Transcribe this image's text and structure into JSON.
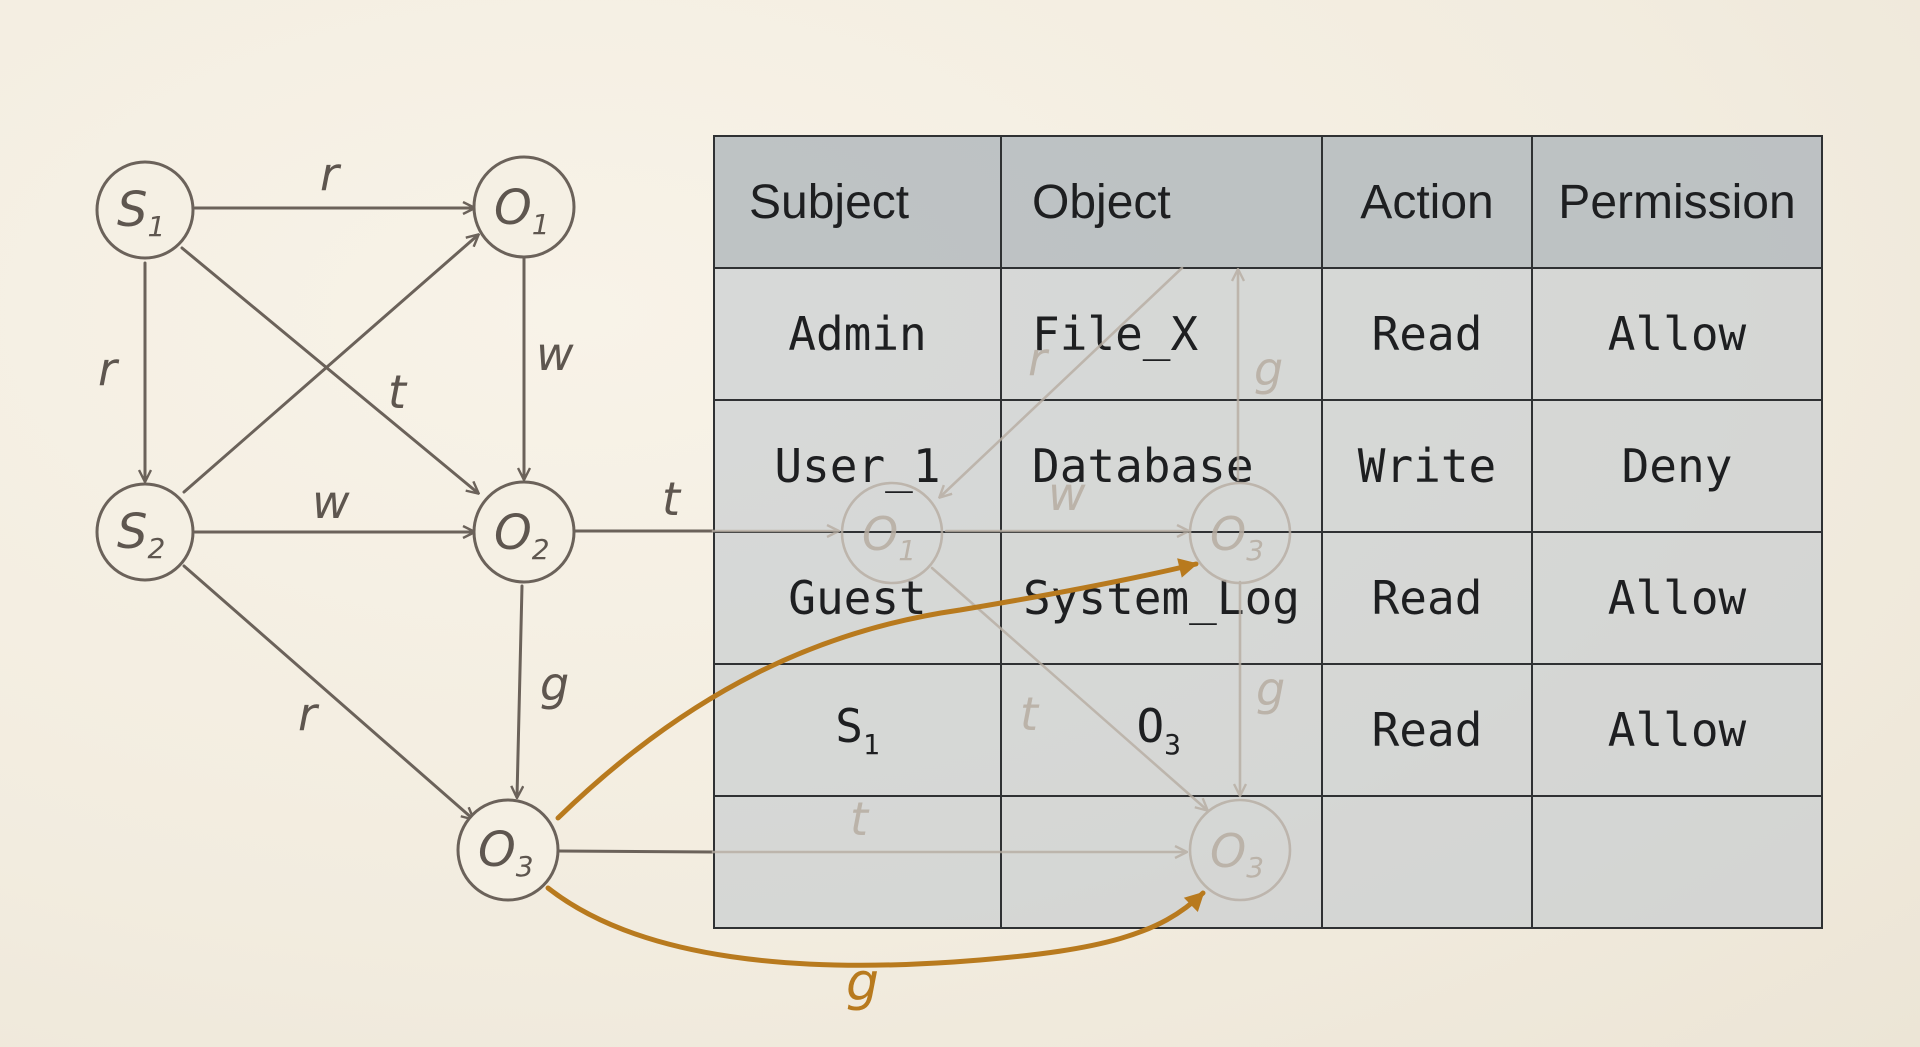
{
  "graph": {
    "nodes": [
      {
        "id": "S1",
        "base": "S",
        "sub": "1"
      },
      {
        "id": "S2",
        "base": "S",
        "sub": "2"
      },
      {
        "id": "O1",
        "base": "O",
        "sub": "1"
      },
      {
        "id": "O2",
        "base": "O",
        "sub": "2"
      },
      {
        "id": "O3",
        "base": "O",
        "sub": "3"
      }
    ],
    "edges": [
      {
        "from": "S1",
        "to": "O1",
        "label": "r"
      },
      {
        "from": "S1",
        "to": "S2",
        "label": "r"
      },
      {
        "from": "S1",
        "to": "O2",
        "label": "t"
      },
      {
        "from": "S2",
        "to": "O1",
        "label": ""
      },
      {
        "from": "S2",
        "to": "O2",
        "label": "w"
      },
      {
        "from": "S2",
        "to": "O3",
        "label": "r"
      },
      {
        "from": "O1",
        "to": "O2",
        "label": "w"
      },
      {
        "from": "O2",
        "to": "O1b",
        "label": "t"
      },
      {
        "from": "O2",
        "to": "O3",
        "label": "g"
      }
    ],
    "ghost_nodes": [
      {
        "id": "O1b",
        "base": "O",
        "sub": "1"
      },
      {
        "id": "O3b",
        "base": "O",
        "sub": "3"
      },
      {
        "id": "O3c",
        "base": "O",
        "sub": "3"
      }
    ],
    "ghost_labels": {
      "r": "r",
      "w": "w",
      "g1": "g",
      "g2": "g",
      "t1": "t",
      "t2": "t"
    },
    "grant_label": "g",
    "colors": {
      "ink": "#6b625a",
      "ghost": "#b7ada2",
      "grant": "#b87a1e",
      "paper": "#f5f0e4"
    }
  },
  "table": {
    "headers": [
      "Subject",
      "Object",
      "Action",
      "Permission"
    ],
    "rows": [
      {
        "subject": "Admin",
        "object": "File_X",
        "action": "Read",
        "permission": "Allow"
      },
      {
        "subject": "User_1",
        "object": "Database",
        "action": "Write",
        "permission": "Deny"
      },
      {
        "subject": "Guest",
        "object": "System_Log",
        "action": "Read",
        "permission": "Allow"
      },
      {
        "subject": {
          "base": "S",
          "sub": "1"
        },
        "object": {
          "base": "O",
          "sub": "3"
        },
        "action": "Read",
        "permission": "Allow"
      },
      {
        "subject": "",
        "object": "",
        "action": "",
        "permission": ""
      }
    ]
  }
}
